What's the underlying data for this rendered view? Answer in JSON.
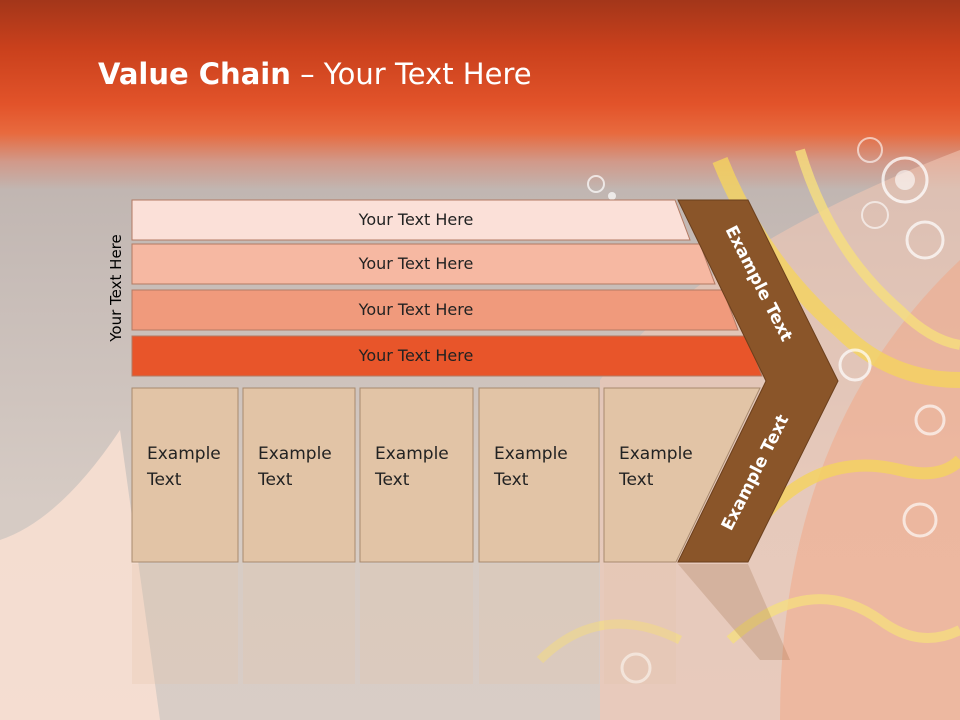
{
  "title": {
    "bold": "Value Chain",
    "rest": " – Your Text Here"
  },
  "side_label": "Your Text Here",
  "support_rows": [
    {
      "label": "Your Text Here",
      "color": "#fbe0d8"
    },
    {
      "label": "Your Text Here",
      "color": "#f6b8a2"
    },
    {
      "label": "Your Text Here",
      "color": "#f09a7c"
    },
    {
      "label": "Your Text Here",
      "color": "#e8552a"
    }
  ],
  "primary_boxes": [
    {
      "line1": "Example",
      "line2": "Text"
    },
    {
      "line1": "Example",
      "line2": "Text"
    },
    {
      "line1": "Example",
      "line2": "Text"
    },
    {
      "line1": "Example",
      "line2": "Text"
    },
    {
      "line1": "Example",
      "line2": "Text"
    }
  ],
  "arrow_top_label": "Example Text",
  "arrow_bottom_label": "Example Text",
  "colors": {
    "header": "#e2532a",
    "box_fill": "#e2c4a6",
    "arrow": "#8a5529"
  }
}
